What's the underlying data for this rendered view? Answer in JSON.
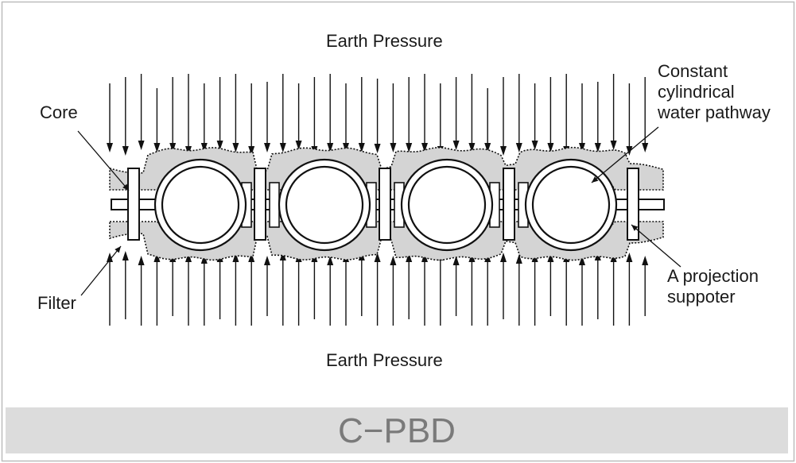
{
  "diagram": {
    "top_label": "Earth Pressure",
    "bottom_label": "Earth Pressure",
    "core_label": "Core",
    "filter_label": "Filter",
    "pathway_label": [
      "Constant",
      "cylindrical",
      "water pathway"
    ],
    "projection_label": [
      "A projection",
      "suppoter"
    ],
    "pipe_count": 4
  },
  "footer": {
    "title": "C−PBD"
  },
  "colors": {
    "filter_fill": "#d4d4d4",
    "ink": "#111111",
    "title_bar": "#dcdcdc",
    "title_text": "#7a7a7a"
  }
}
